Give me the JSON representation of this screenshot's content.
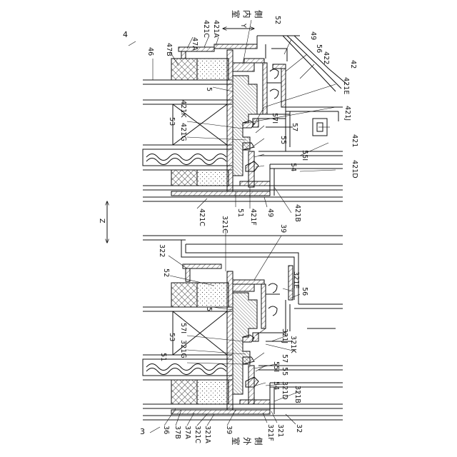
{
  "labels": {
    "fig_top": "4",
    "fig_bottom": "3",
    "top": {
      "l47A": "47A",
      "l421C_t": "421C",
      "l421A": "421A",
      "l52": "52",
      "l47B": "47B",
      "l46": "46",
      "l49_t": "49",
      "l56": "56",
      "l422": "422",
      "l42": "42",
      "l5": "5",
      "l421E": "421E",
      "l421K": "421K",
      "l421J": "421J",
      "l53": "53",
      "l571": "57I",
      "l57": "57",
      "l421G": "421G",
      "l421": "421",
      "l55": "55",
      "l551": "55I",
      "l54": "54",
      "l421D": "421D",
      "l421C_b": "421C",
      "l51": "51",
      "l421F": "421F",
      "l49_b": "49",
      "l421B": "421B"
    },
    "bottom": {
      "l322": "322",
      "l321C_t": "321C",
      "l39_t": "39",
      "l52": "52",
      "l321E": "321E",
      "l56": "56",
      "l5": "5",
      "l53": "53",
      "l571": "57I",
      "l321J": "321J",
      "l321G": "321G",
      "l321K": "321K",
      "l51": "51",
      "l57": "57",
      "l551": "55I",
      "l55": "55",
      "l54": "54",
      "l321D": "321D",
      "l321B": "321B",
      "l36": "36",
      "l37B": "37B",
      "l37A": "37A",
      "l321C_b": "321C",
      "l321A": "321A",
      "l39_b": "39",
      "l321F": "321F",
      "l321": "321",
      "l32": "32"
    },
    "direction_y": "Y",
    "direction_z": "Z",
    "indoor_side": [
      "室",
      "内",
      "側"
    ],
    "outdoor_side": [
      "室",
      "外",
      "側"
    ]
  }
}
